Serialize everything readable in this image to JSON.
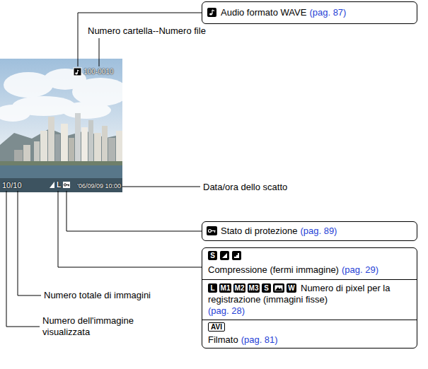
{
  "diagram": {
    "nodes": [
      {
        "text": [
          "Audio formato WAVE",
          "(pag. 87)"
        ]
      },
      {
        "text": [
          "Stato di protezione",
          "(pag. 89)"
        ]
      },
      {
        "text": [
          "Compressione (fermi immagine)",
          "(pag. 29)"
        ]
      },
      {
        "text": [
          "Numero di pixel per la registrazione (immagini fisse)",
          "(pag. 28)"
        ]
      },
      {
        "text": [
          "Filmato",
          "(pag. 81)"
        ]
      }
    ],
    "labels": [
      "100-0010",
      "10/10",
      "L",
      "'06/09/09 10:00",
      "Numero cartella--Numero file",
      "Data/ora dello scatto",
      "Numero totale di immagini",
      "Numero dell'immagine visualizzata",
      "S",
      "L",
      "M1",
      "M2",
      "M3",
      "S",
      "W",
      "AVI"
    ]
  }
}
